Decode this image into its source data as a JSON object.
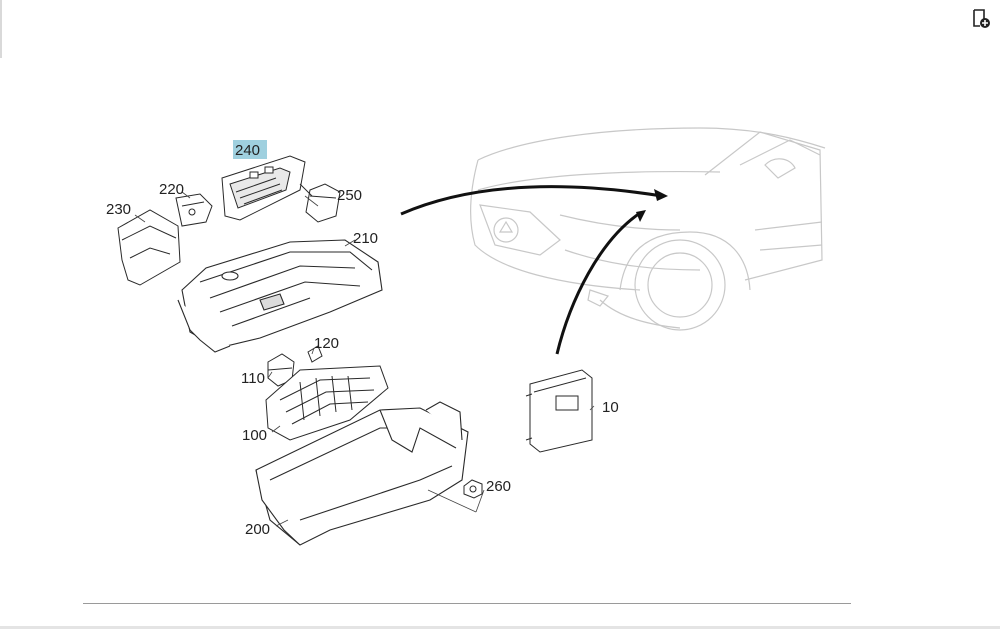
{
  "diagram": {
    "highlight_color": "#9fd0df",
    "line_color": "#2a2a2a",
    "ghost_color": "#c8c8c8",
    "callouts": [
      {
        "id": "10",
        "label": "10"
      },
      {
        "id": "100",
        "label": "100"
      },
      {
        "id": "110",
        "label": "110"
      },
      {
        "id": "120",
        "label": "120"
      },
      {
        "id": "200",
        "label": "200"
      },
      {
        "id": "210",
        "label": "210"
      },
      {
        "id": "220",
        "label": "220"
      },
      {
        "id": "230",
        "label": "230"
      },
      {
        "id": "240",
        "label": "240",
        "selected": true
      },
      {
        "id": "250",
        "label": "250"
      },
      {
        "id": "260",
        "label": "260"
      }
    ]
  },
  "toolbar": {
    "icon": "add-page-icon"
  }
}
